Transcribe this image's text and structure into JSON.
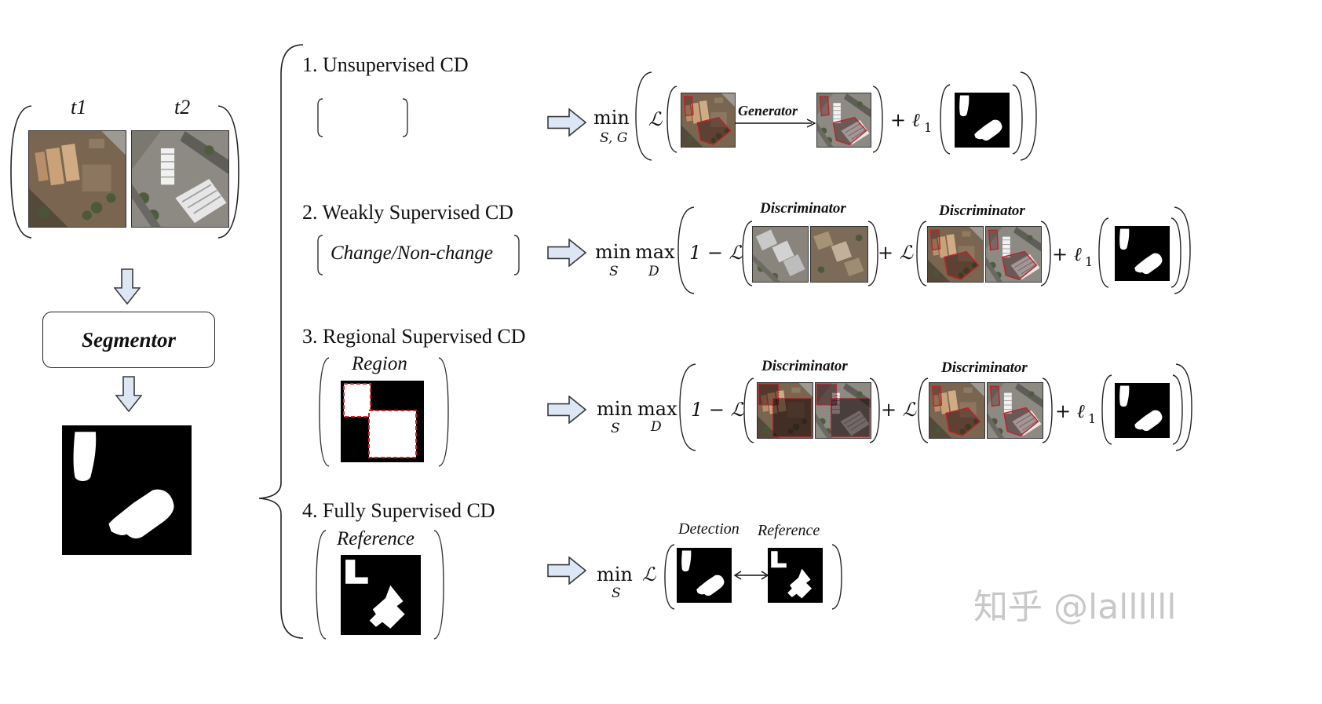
{
  "left": {
    "t1_label": "t1",
    "t2_label": "t2",
    "segmentor_label": "Segmentor"
  },
  "sections": [
    {
      "heading": "1. Unsupervised CD",
      "input_label": "",
      "objective": {
        "min": "min",
        "min_sub": "S, G",
        "loss": "ℒ",
        "gen_label": "Generator",
        "plus_l1": "+ ℓ",
        "l1_sub": "1"
      }
    },
    {
      "heading": "2. Weakly Supervised CD",
      "input_label": "Change/Non-change",
      "objective": {
        "min": "min",
        "min_sub": "S",
        "max": "max",
        "max_sub": "D",
        "one_minus": "1 − ℒ",
        "plus_loss": "+ ℒ",
        "disc1": "Discriminator",
        "disc2": "Discriminator",
        "plus_l1": "+ ℓ",
        "l1_sub": "1"
      }
    },
    {
      "heading": "3. Regional Supervised CD",
      "input_label": "Region",
      "objective": {
        "min": "min",
        "min_sub": "S",
        "max": "max",
        "max_sub": "D",
        "one_minus": "1 − ℒ",
        "plus_loss": "+ ℒ",
        "disc1": "Discriminator",
        "disc2": "Discriminator",
        "plus_l1": "+ ℓ",
        "l1_sub": "1"
      }
    },
    {
      "heading": "4. Fully Supervised CD",
      "input_label": "Reference",
      "objective": {
        "min": "min",
        "min_sub": "S",
        "loss": "ℒ",
        "detection": "Detection",
        "reference": "Reference"
      }
    }
  ],
  "watermark": "知乎 @lallllll",
  "colors": {
    "arrow_fill": "#dce6f4",
    "arrow_stroke": "#3a3a3a",
    "region_dash": "#d8232a"
  }
}
